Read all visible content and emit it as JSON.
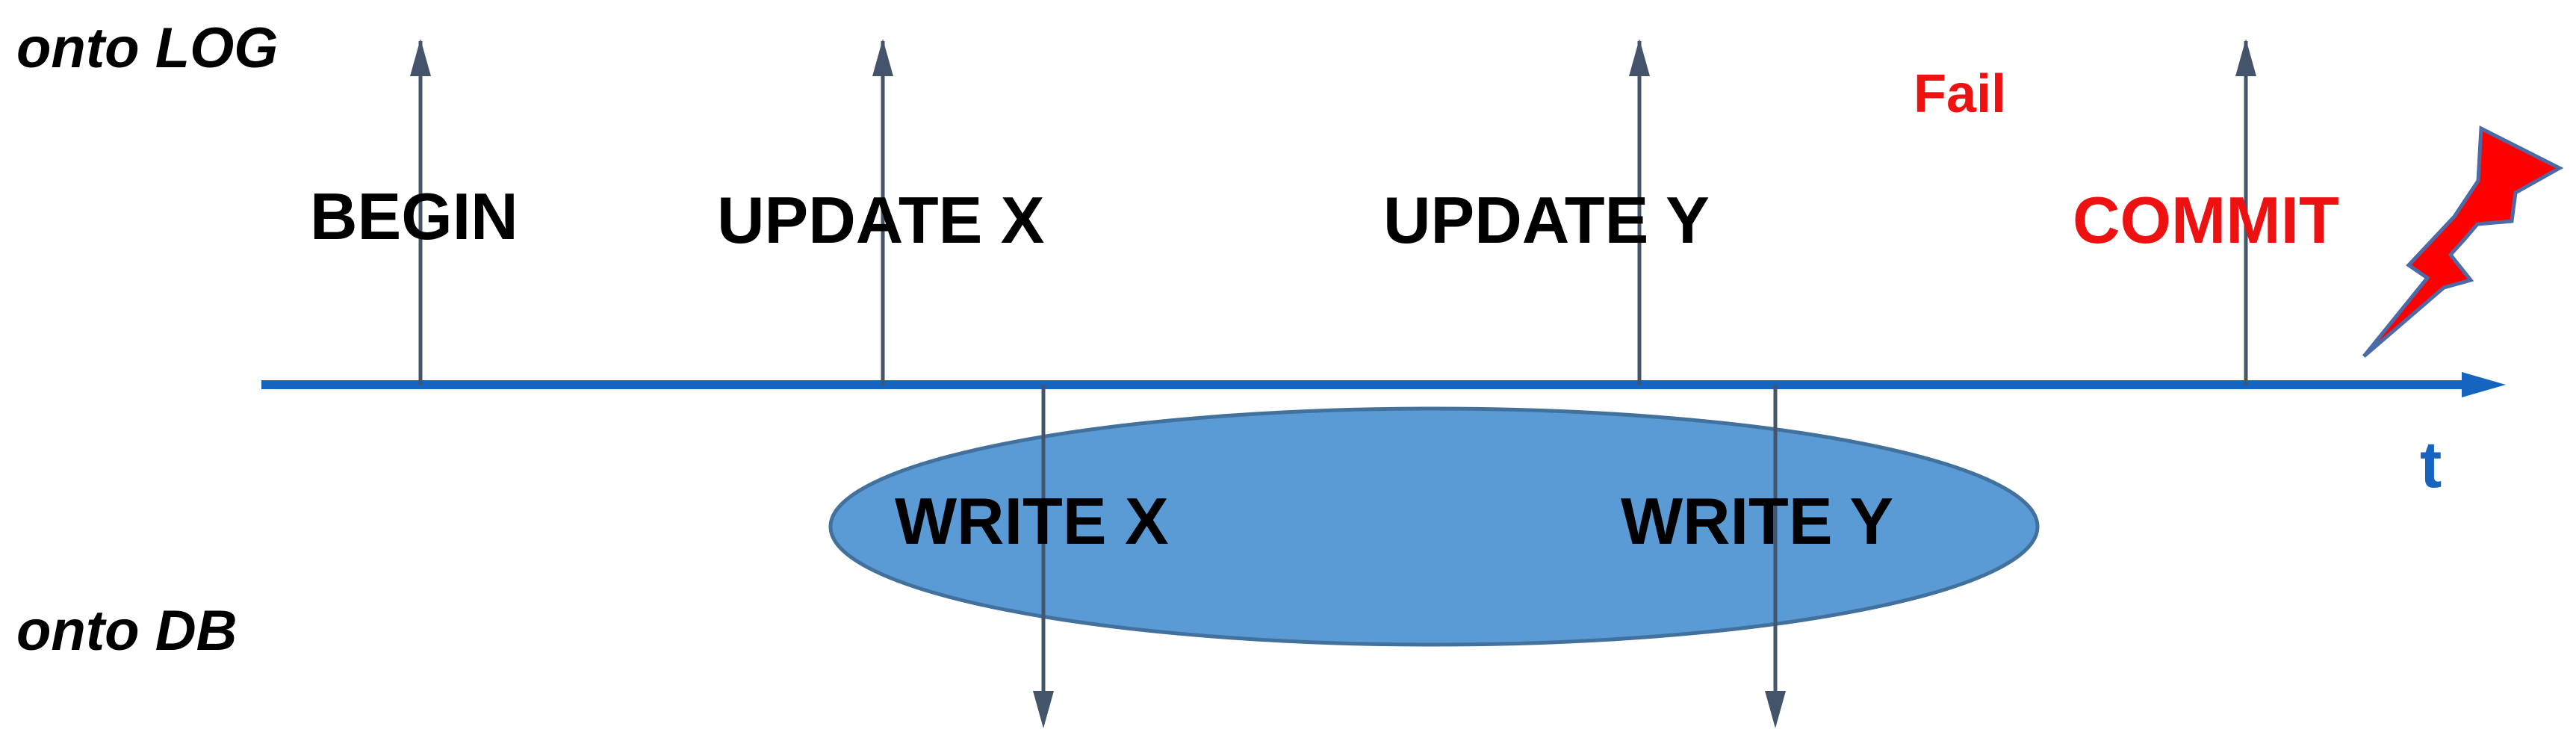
{
  "labels": {
    "log_side": "onto LOG",
    "db_side": "onto DB",
    "axis": "t",
    "fail": "Fail"
  },
  "log_events": [
    {
      "id": "begin",
      "label": "BEGIN"
    },
    {
      "id": "update-x",
      "label": "UPDATE X"
    },
    {
      "id": "update-y",
      "label": "UPDATE Y"
    },
    {
      "id": "commit",
      "label": "COMMIT"
    }
  ],
  "db_events": [
    {
      "id": "write-x",
      "label": "WRITE X"
    },
    {
      "id": "write-y",
      "label": "WRITE Y"
    }
  ],
  "colors": {
    "timeline": "#1565c0",
    "arrow": "#44546a",
    "ellipse_fill": "#5b9bd5",
    "ellipse_stroke": "#41719c",
    "failure": "#ee1111",
    "lightning_fill": "#ff0000",
    "lightning_stroke": "#4b6aa6",
    "text": "#000000"
  },
  "icons": {
    "failure": "lightning-bolt-icon"
  }
}
